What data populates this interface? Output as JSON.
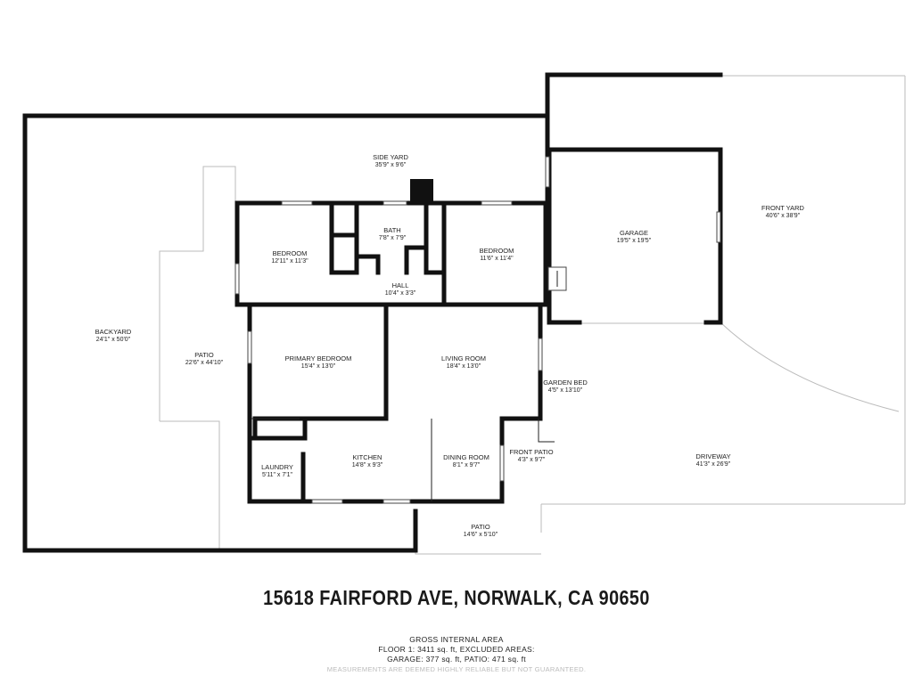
{
  "address": "15618 FAIRFORD AVE, NORWALK, CA 90650",
  "area_summary": {
    "title": "GROSS INTERNAL AREA",
    "line1": "FLOOR 1: 3411 sq. ft, EXCLUDED AREAS:",
    "line2": "GARAGE: 377 sq. ft, PATIO: 471 sq. ft"
  },
  "disclaimer": "MEASUREMENTS ARE DEEMED HIGHLY RELIABLE BUT NOT GUARANTEED.",
  "rooms": {
    "side_yard": {
      "name": "SIDE YARD",
      "dims": "35'9\" x 9'6\""
    },
    "bath": {
      "name": "BATH",
      "dims": "7'8\" x 7'9\""
    },
    "bedroom_left": {
      "name": "BEDROOM",
      "dims": "12'11\" x 11'3\""
    },
    "bedroom_right": {
      "name": "BEDROOM",
      "dims": "11'6\" x 11'4\""
    },
    "hall": {
      "name": "HALL",
      "dims": "10'4\" x 3'3\""
    },
    "garage": {
      "name": "GARAGE",
      "dims": "19'5\" x 19'5\""
    },
    "front_yard": {
      "name": "FRONT YARD",
      "dims": "40'6\" x 38'9\""
    },
    "backyard": {
      "name": "BACKYARD",
      "dims": "24'1\" x 50'0\""
    },
    "patio_side": {
      "name": "PATIO",
      "dims": "22'6\" x 44'10\""
    },
    "primary_bedroom": {
      "name": "PRIMARY BEDROOM",
      "dims": "15'4\" x 13'0\""
    },
    "living_room": {
      "name": "LIVING ROOM",
      "dims": "18'4\" x 13'0\""
    },
    "garden_bed": {
      "name": "GARDEN BED",
      "dims": "4'5\" x 13'10\""
    },
    "laundry": {
      "name": "LAUNDRY",
      "dims": "5'11\" x 7'1\""
    },
    "kitchen": {
      "name": "KITCHEN",
      "dims": "14'8\" x 9'3\""
    },
    "dining_room": {
      "name": "DINING ROOM",
      "dims": "8'1\" x 9'7\""
    },
    "front_patio": {
      "name": "FRONT PATIO",
      "dims": "4'3\" x 9'7\""
    },
    "driveway": {
      "name": "DRIVEWAY",
      "dims": "41'3\" x 26'9\""
    },
    "patio_rear": {
      "name": "PATIO",
      "dims": "14'6\" x 5'10\""
    }
  }
}
